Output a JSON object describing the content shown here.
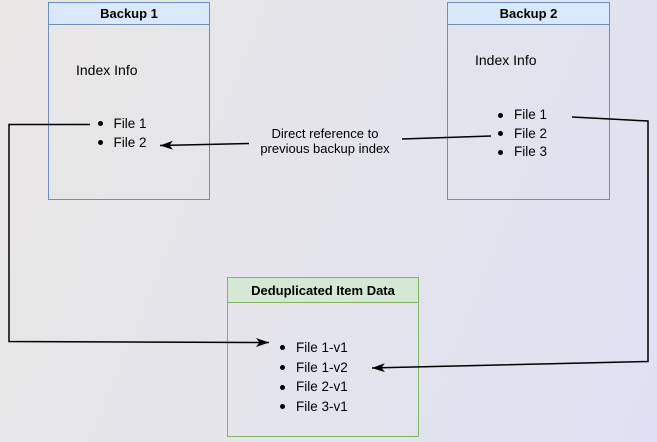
{
  "colors": {
    "background_start": "#e9e7e5",
    "background_end": "#dee1f3",
    "blue_fill": "#dae8fc",
    "blue_stroke": "#6c8ebf",
    "green_fill": "#d5e8d4",
    "green_stroke": "#82b366",
    "connector": "#000000",
    "text": "#000000"
  },
  "boxes": {
    "backup1": {
      "title": "Backup 1",
      "section_label": "Index Info",
      "items": [
        "File 1",
        "File 2"
      ]
    },
    "backup2": {
      "title": "Backup 2",
      "section_label": "Index Info",
      "items": [
        "File 1",
        "File 2",
        "File 3"
      ]
    },
    "dedup": {
      "title": "Deduplicated Item Data",
      "items": [
        "File 1-v1",
        "File 1-v2",
        "File 2-v1",
        "File 3-v1"
      ]
    }
  },
  "edge_label": {
    "line1": "Direct reference to",
    "line2": "previous backup index"
  }
}
